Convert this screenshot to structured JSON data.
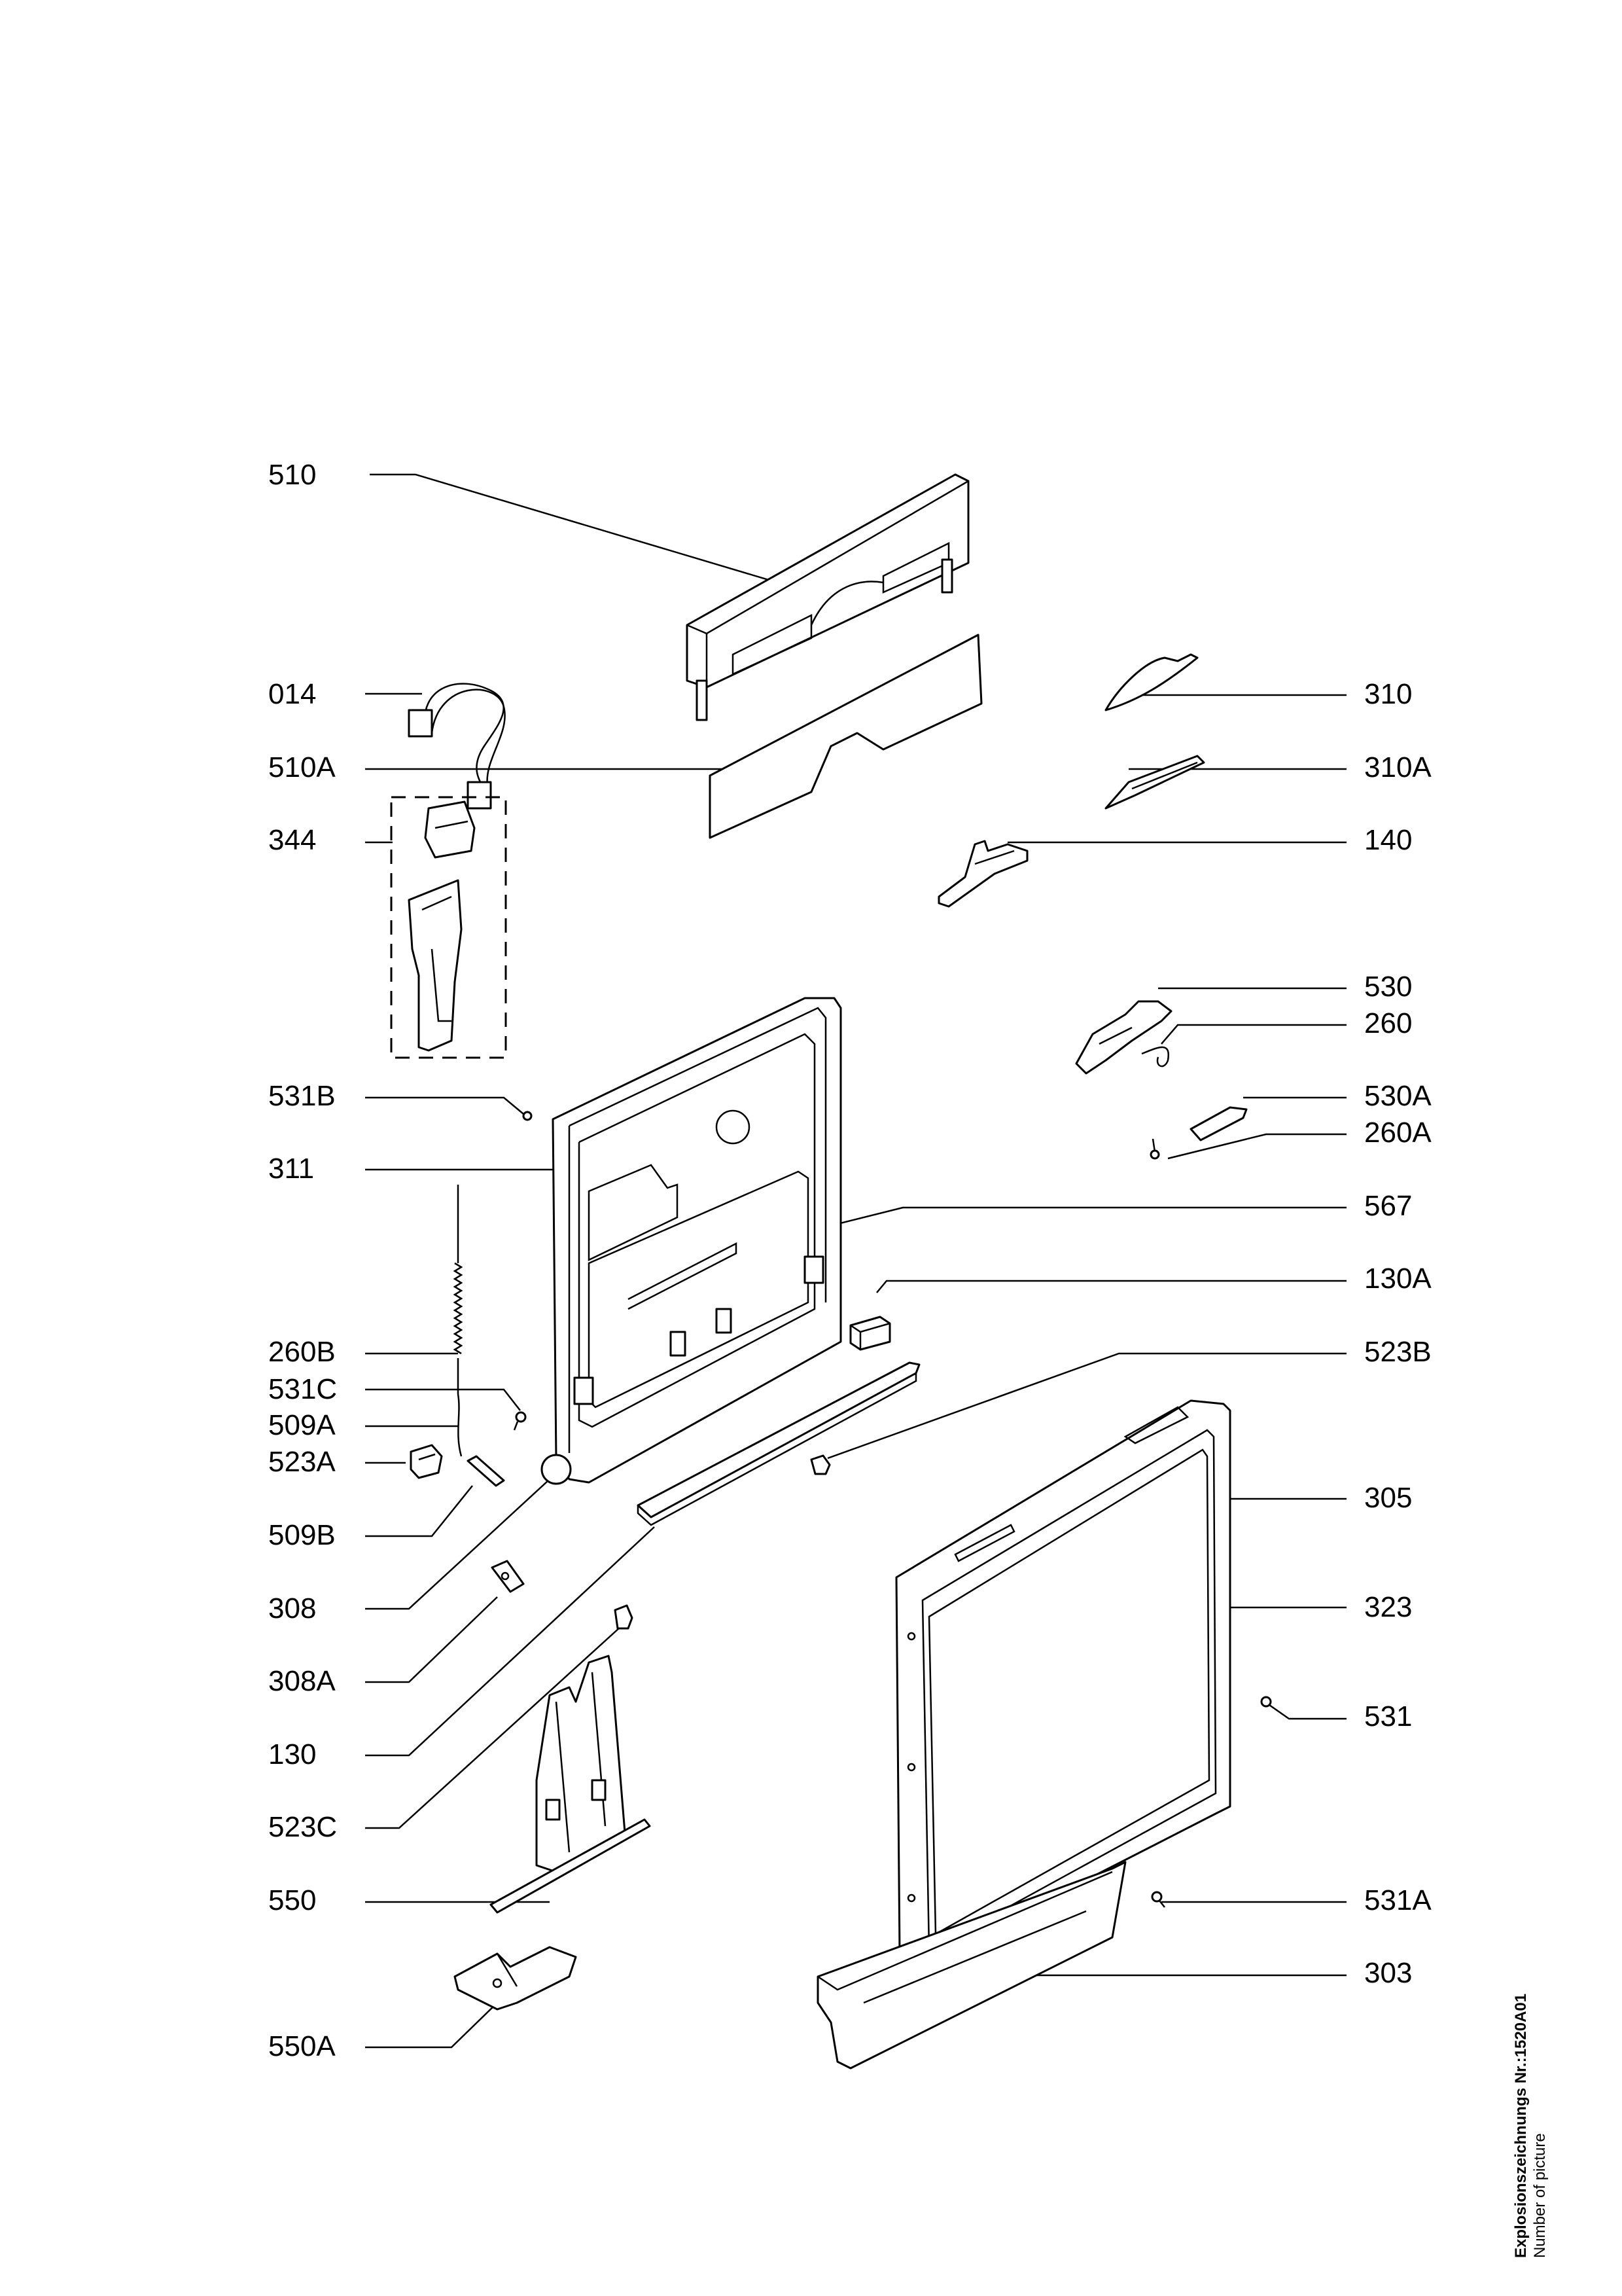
{
  "parts_left": [
    {
      "label": "510"
    },
    {
      "label": "014"
    },
    {
      "label": "510A"
    },
    {
      "label": "344"
    },
    {
      "label": "531B"
    },
    {
      "label": "311"
    },
    {
      "label": "260B"
    },
    {
      "label": "531C"
    },
    {
      "label": "509A"
    },
    {
      "label": "523A"
    },
    {
      "label": "509B"
    },
    {
      "label": "308"
    },
    {
      "label": "308A"
    },
    {
      "label": "130"
    },
    {
      "label": "523C"
    },
    {
      "label": "550"
    },
    {
      "label": "550A"
    }
  ],
  "parts_right": [
    {
      "label": "310"
    },
    {
      "label": "310A"
    },
    {
      "label": "140"
    },
    {
      "label": "530"
    },
    {
      "label": "260"
    },
    {
      "label": "530A"
    },
    {
      "label": "260A"
    },
    {
      "label": "567"
    },
    {
      "label": "130A"
    },
    {
      "label": "523B"
    },
    {
      "label": "305"
    },
    {
      "label": "323"
    },
    {
      "label": "531"
    },
    {
      "label": "531A"
    },
    {
      "label": "303"
    }
  ],
  "picture_id": {
    "line1": "Explosionszeichnungs Nr.:1520A01",
    "line2": "Number of picture"
  }
}
